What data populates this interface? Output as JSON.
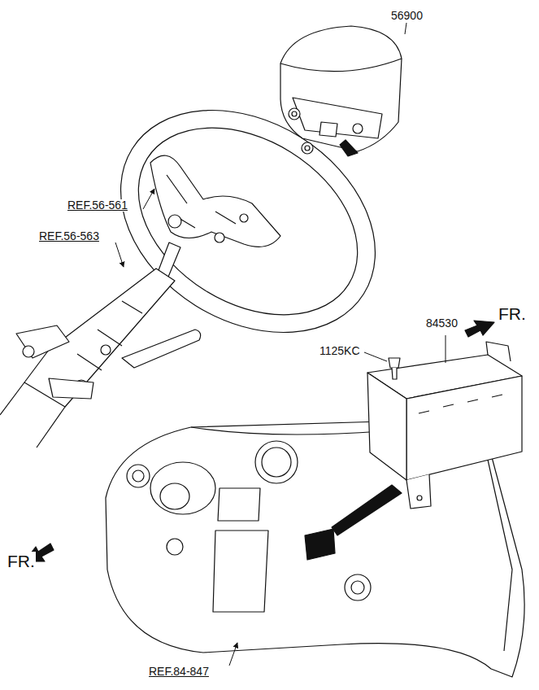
{
  "diagram": {
    "labels": [
      "56900",
      "REF.56-561",
      "REF.56-563",
      "FR.",
      "84530",
      "1125KC",
      "FR.",
      "REF.84-847"
    ]
  }
}
